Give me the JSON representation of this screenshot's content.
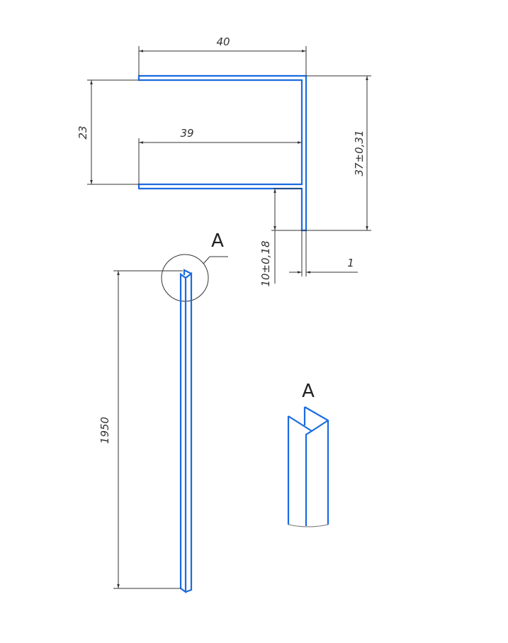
{
  "drawing": {
    "dimensions": {
      "width_outer": "40",
      "width_inner": "39",
      "flange_gap": "23",
      "height_total": "37±0,31",
      "lip_height": "10±0,18",
      "thickness": "1",
      "length": "1950"
    },
    "detail_callout": "A",
    "detail_view_label": "A",
    "colors": {
      "part": "#1a6be0",
      "dimension": "#333333"
    }
  }
}
